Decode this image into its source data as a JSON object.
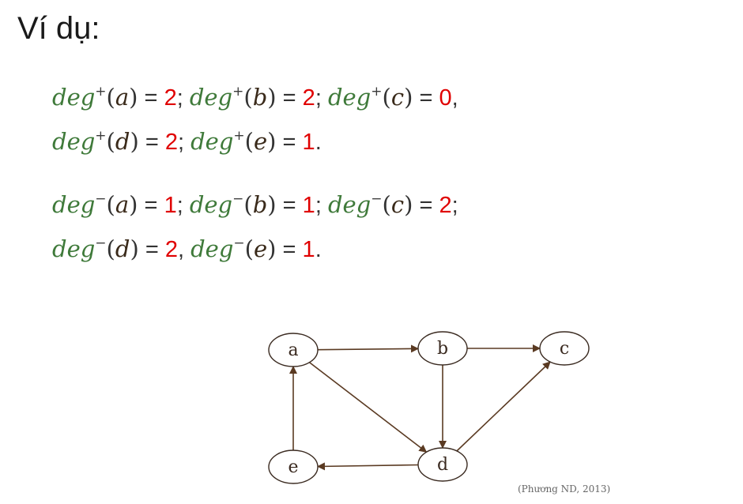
{
  "title": {
    "word": "Ví dụ",
    "colon": ":"
  },
  "out_degree_lines": [
    {
      "terms": [
        {
          "fn": "deg",
          "sign": "+",
          "v": "a",
          "val": "2",
          "sep": ";"
        },
        {
          "fn": "deg",
          "sign": "+",
          "v": "b",
          "val": "2",
          "sep": ";"
        },
        {
          "fn": "deg",
          "sign": "+",
          "v": "c",
          "val": "0",
          "sep": ","
        }
      ]
    },
    {
      "terms": [
        {
          "fn": "deg",
          "sign": "+",
          "v": "d",
          "val": "2",
          "sep": ";"
        },
        {
          "fn": "deg",
          "sign": "+",
          "v": "e",
          "val": "1",
          "sep": "."
        }
      ]
    }
  ],
  "in_degree_lines": [
    {
      "terms": [
        {
          "fn": "deg",
          "sign": "−",
          "v": "a",
          "val": "1",
          "sep": ";"
        },
        {
          "fn": "deg",
          "sign": "−",
          "v": "b",
          "val": "1",
          "sep": ";"
        },
        {
          "fn": "deg",
          "sign": "−",
          "v": "c",
          "val": "2",
          "sep": ";"
        }
      ]
    },
    {
      "terms": [
        {
          "fn": "deg",
          "sign": "−",
          "v": "d",
          "val": "2",
          "sep": ","
        },
        {
          "fn": "deg",
          "sign": "−",
          "v": "e",
          "val": "1",
          "sep": "."
        }
      ]
    }
  ],
  "equals": "=",
  "graph": {
    "nodes": [
      {
        "id": "a",
        "label": "a"
      },
      {
        "id": "b",
        "label": "b"
      },
      {
        "id": "c",
        "label": "c"
      },
      {
        "id": "d",
        "label": "d"
      },
      {
        "id": "e",
        "label": "e"
      }
    ],
    "edges": [
      {
        "from": "a",
        "to": "b"
      },
      {
        "from": "b",
        "to": "c"
      },
      {
        "from": "a",
        "to": "d"
      },
      {
        "from": "b",
        "to": "d"
      },
      {
        "from": "d",
        "to": "c"
      },
      {
        "from": "d",
        "to": "e"
      },
      {
        "from": "e",
        "to": "a"
      }
    ],
    "edge_color": "#5a3a22",
    "node_stroke": "#3a2a20"
  },
  "citation": "(Phương ND, 2013)",
  "colors": {
    "function": "#3f7a3a",
    "value": "#e00000",
    "title": "#1a1a1a"
  }
}
